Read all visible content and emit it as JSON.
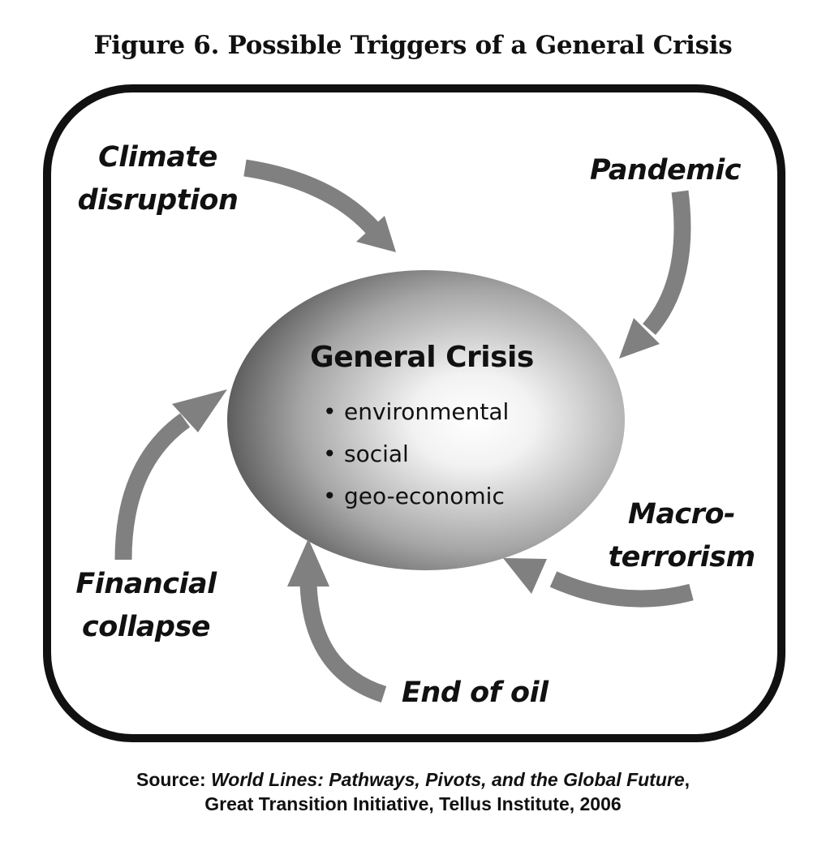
{
  "figure": {
    "title": "Figure 6. Possible Triggers of a General Crisis"
  },
  "center": {
    "title": "General Crisis",
    "items": [
      "environmental",
      "social",
      "geo-economic"
    ]
  },
  "triggers": {
    "climate": [
      "Climate",
      "disruption"
    ],
    "pandemic": [
      "Pandemic"
    ],
    "macro": [
      "Macro-",
      "terrorism"
    ],
    "financial": [
      "Financial",
      "collapse"
    ],
    "oil": [
      "End of oil"
    ]
  },
  "source": {
    "label": "Source:",
    "work": "World Lines: Pathways, Pivots, and the Global Future",
    "line2": "Great Transition Initiative, Tellus Institute, 2006"
  },
  "colors": {
    "arrow": "#808080",
    "frame": "#111111",
    "ellipse_center": "#ffffff",
    "ellipse_edge": "#5e5e5e"
  }
}
